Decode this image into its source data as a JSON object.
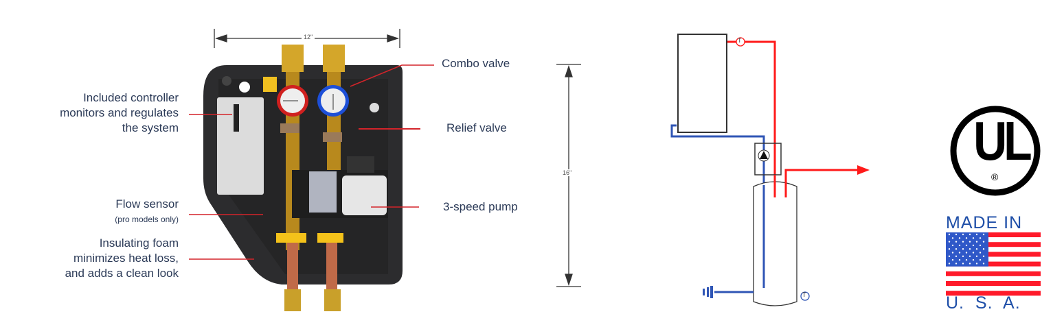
{
  "callouts_left": {
    "controller": [
      "Included controller",
      "monitors and regulates",
      "the system"
    ],
    "flow_sensor": "Flow sensor",
    "flow_sensor_note": "(pro models only)",
    "foam": [
      "Insulating foam",
      "minimizes heat loss,",
      "and adds a clean look"
    ]
  },
  "callouts_right": {
    "combo_valve": "Combo valve",
    "relief_valve": "Relief valve",
    "pump": "3-speed pump"
  },
  "dimensions": {
    "width": "12\"",
    "height": "16\""
  },
  "schematic": {
    "temp_sensor_symbol": "T",
    "hot_color": "#ff1a1a",
    "cold_color": "#2f55b5"
  },
  "badges": {
    "ul_letters": "UL",
    "ul_registered": "®",
    "made_in": "MADE IN",
    "country": "U.  S.  A."
  }
}
